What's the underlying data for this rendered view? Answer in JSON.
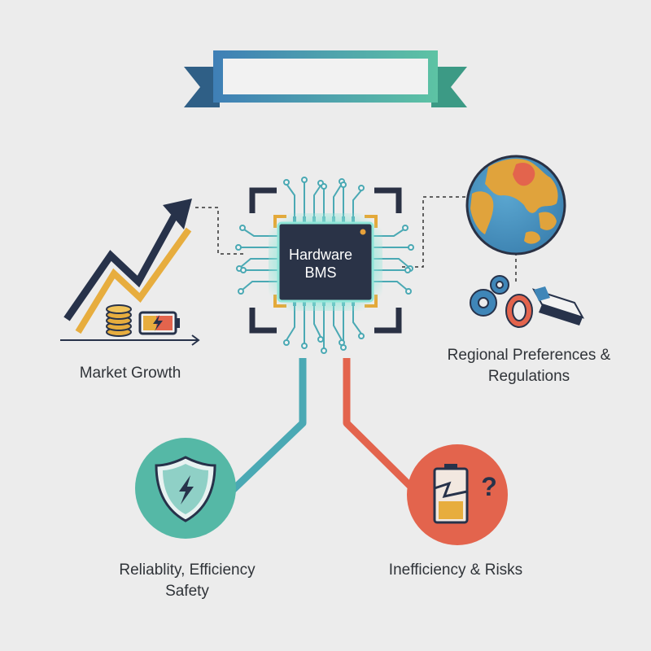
{
  "banner": {
    "text": ""
  },
  "center": {
    "line1": "Hardware",
    "line2": "BMS"
  },
  "nodes": {
    "market_growth": {
      "label": "Market Growth"
    },
    "regional": {
      "line1": "Regional Preferences &",
      "line2": "Regulations"
    },
    "reliability": {
      "line1": "Reliablity, Efficiency",
      "line2": "Safety"
    },
    "inefficiency": {
      "label": "Inefficiency & Risks",
      "symbol": "?"
    }
  },
  "colors": {
    "background": "#ececec",
    "navy": "#26324a",
    "teal": "#4ab4a8",
    "blue": "#3f86b8",
    "gold": "#e3a93a",
    "coral": "#e36a50",
    "chip_glow": "#7fe0d2"
  },
  "icons": {
    "center": "microchip-icon",
    "market_growth": [
      "trend-arrow-icon",
      "coin-stack-icon",
      "battery-icon"
    ],
    "regional": [
      "globe-icon",
      "gears-icon",
      "battery-cell-icon"
    ],
    "reliability": "shield-lightning-icon",
    "inefficiency": "broken-battery-icon"
  }
}
